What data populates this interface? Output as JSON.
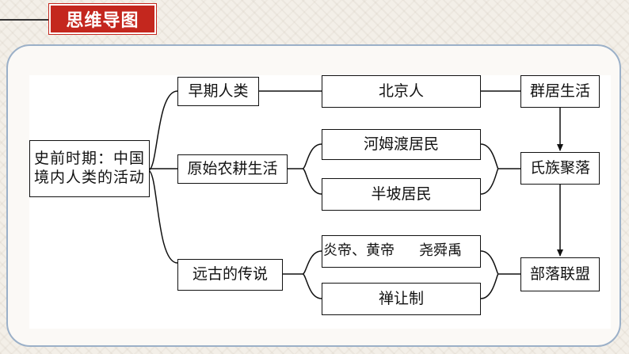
{
  "title": "思维导图",
  "nodes": {
    "root": "史前时期：中国境内人类的活动",
    "early_humans": "早期人类",
    "farming": "原始农耕生活",
    "legends": "远古的传说",
    "peking_man": "北京人",
    "hemudu": "河姆渡居民",
    "banpo": "半坡居民",
    "emperors": "炎帝、黄帝",
    "sages": "尧舜禹",
    "abdication": "禅让制",
    "group_life": "群居生活",
    "clan_settlement": "氏族聚落",
    "tribal_alliance": "部落联盟"
  },
  "colors": {
    "accent": "#c4271e",
    "frame_border": "#9bb0c8",
    "line": "#111111"
  }
}
